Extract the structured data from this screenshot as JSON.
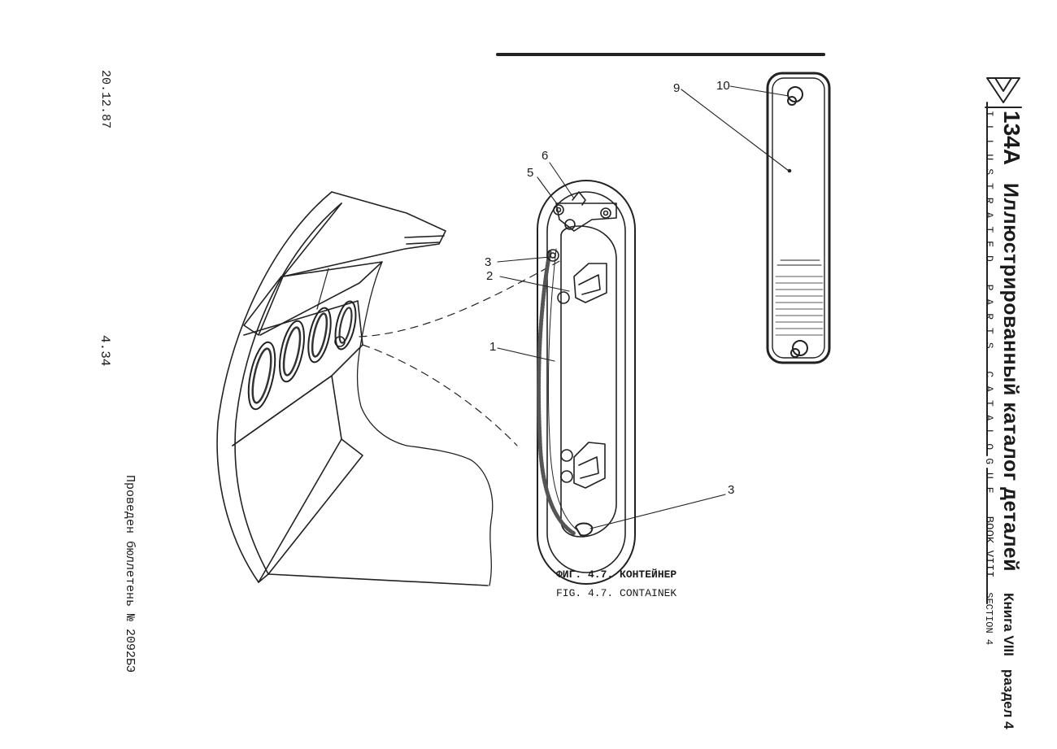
{
  "sheet": {
    "date": "20.12.87",
    "page_number": "4.34",
    "bulletin_note": "Проведен бюллетень № 2092БЭ"
  },
  "header": {
    "model": "134А",
    "title_ru": "Иллюстрированный каталог деталей",
    "title_en": "ILLUSTRATED PARTS CATALOGUE",
    "book_ru": "Книга VIII",
    "book_en": "BOOK VIII",
    "section_ru": "раздел 4",
    "section_en": "SECTION 4"
  },
  "figure": {
    "caption_ru": "ФИГ. 4.7. КОНТЕЙНЕР",
    "caption_en": "FIG. 4.7. CONTAINEK",
    "callouts": {
      "c1": "1",
      "c2": "2",
      "c3a": "3",
      "c3b": "3",
      "c5": "5",
      "c6": "6",
      "c9": "9",
      "c10": "10"
    }
  }
}
